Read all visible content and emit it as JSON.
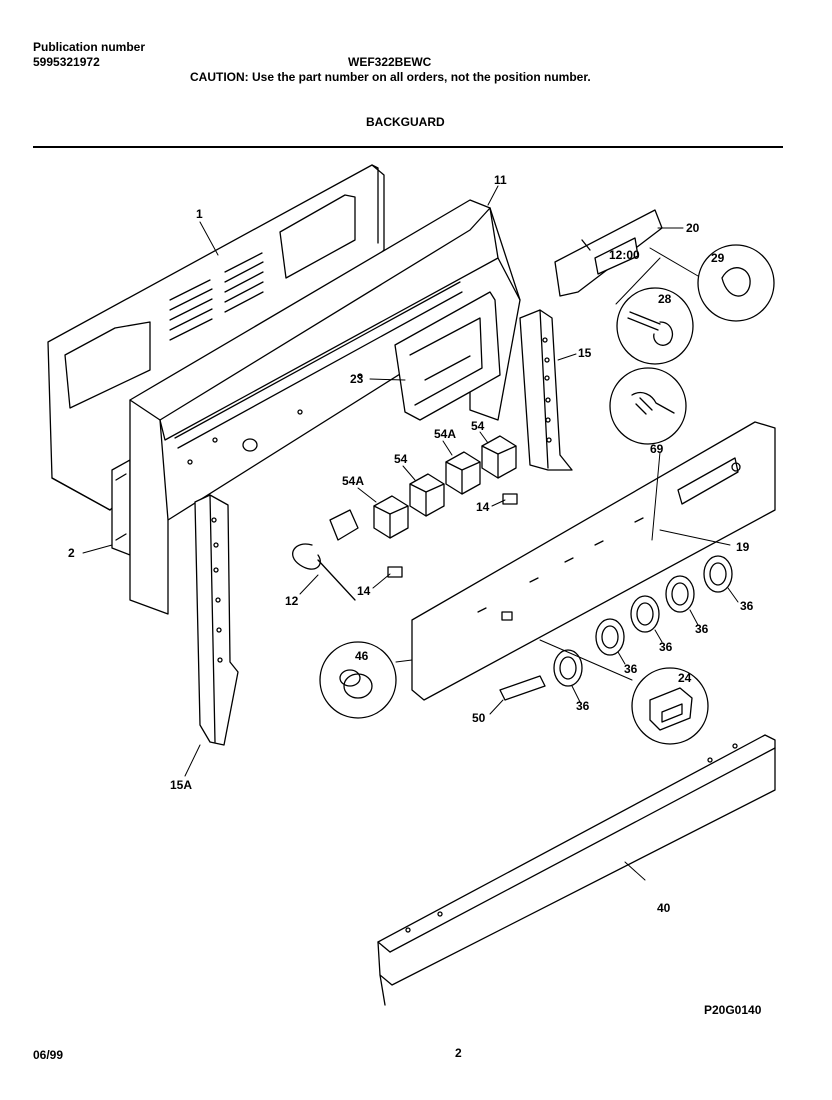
{
  "header": {
    "publication_label": "Publication number",
    "publication_number": "5995321972",
    "model": "WEF322BEWC",
    "caution": "CAUTION:  Use the part number on all orders, not the position number.",
    "section_title": "BACKGUARD"
  },
  "callouts": {
    "p1": "1",
    "p11": "11",
    "p20": "20",
    "p29": "29",
    "p28": "28",
    "p15": "15",
    "p23": "23",
    "p54a_top": "54A",
    "p54_top": "54",
    "p54": "54",
    "p54a": "54A",
    "p14_upper": "14",
    "p69": "69",
    "p19": "19",
    "p2": "2",
    "p12": "12",
    "p14_lower": "14",
    "p36_a": "36",
    "p36_b": "36",
    "p36_c": "36",
    "p36_d": "36",
    "p36_e": "36",
    "p46": "46",
    "p24": "24",
    "p50": "50",
    "p15a": "15A",
    "p40": "40"
  },
  "clock_display": "12:00",
  "footer": {
    "figure_code": "P20G0140",
    "date": "06/99",
    "page": "2"
  }
}
